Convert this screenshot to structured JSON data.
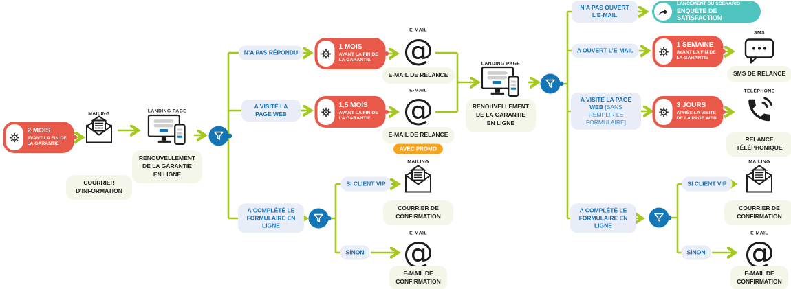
{
  "colors": {
    "red": "#e8594a",
    "green": "#a5c81e",
    "blue": "#1576b5",
    "label_blue": "#176fb2",
    "teal": "#4fc3be",
    "orange": "#f6a31e",
    "cream": "#f3f6e8",
    "lavender": "#e9edf8",
    "ink": "#1d1d1b"
  },
  "stage1": {
    "trigger": {
      "delay": "2 MOIS",
      "condition": "AVANT LA FIN DE LA GARANTIE",
      "icon": "gear-icon"
    },
    "mailing": {
      "type": "MAILING",
      "caption": "COURRIER D’INFORMATION",
      "icon": "envelope-icon"
    },
    "landing": {
      "type": "LANDING PAGE",
      "caption": "RENOUVELLEMENT DE LA GARANTIE EN LIGNE",
      "icon": "monitor-phone-icon"
    }
  },
  "split1": {
    "icon": "funnel-icon",
    "no_reply": {
      "label": "N’A PAS RÉPONDU",
      "delay": {
        "value": "1 MOIS",
        "condition": "AVANT LA FIN DE LA GARANTIE"
      },
      "action": {
        "type": "E-MAIL",
        "caption": "E-MAIL DE RELANCE"
      }
    },
    "visited": {
      "label": "A VISITÉ LA PAGE WEB",
      "delay": {
        "value": "1,5 MOIS",
        "condition": "AVANT LA FIN DE LA GARANTIE"
      },
      "action": {
        "type": "E-MAIL",
        "caption": "E-MAIL DE RELANCE",
        "badge": "AVEC PROMO"
      }
    },
    "completed": {
      "label": "A COMPLÉTÉ LE FORMULAIRE EN LIGNE"
    }
  },
  "vip_left": {
    "vip": {
      "label": "SI CLIENT VIP",
      "type": "MAILING",
      "caption": "COURRIER DE CONFIRMATION"
    },
    "else": {
      "label": "SINON",
      "type": "E-MAIL",
      "caption": "E-MAIL DE CONFIRMATION"
    }
  },
  "stage2": {
    "landing": {
      "type": "LANDING PAGE",
      "caption": "RENOUVELLEMENT DE LA GARANTIE EN LIGNE"
    }
  },
  "split2": {
    "not_opened": {
      "label": "N’A PAS OUVERT L’E-MAIL",
      "scenario": {
        "line1": "LANCEMENT DU SCÉNARIO",
        "line2": "ENQUÊTE DE SATISFACTION",
        "icon": "launch-arrow-icon"
      }
    },
    "opened": {
      "label": "A OUVERT L’E-MAIL",
      "delay": {
        "value": "1 SEMAINE",
        "condition": "AVANT LA FIN DE LA GARANTIE"
      },
      "action": {
        "type": "SMS",
        "caption": "SMS DE RELANCE"
      }
    },
    "visited_no_form": {
      "label": "A VISITÉ LA PAGE WEB",
      "label_note": "[SANS REMPLIR LE FORMULAIRE]",
      "delay": {
        "value": "3 JOURS",
        "condition": "APRÈS LA VISITE DE LA PAGE WEB"
      },
      "action": {
        "type": "TÉLÉPHONE",
        "caption": "RELANCE TÉLÉPHONIQUE"
      }
    },
    "completed": {
      "label": "A COMPLÉTÉ LE FORMULAIRE EN LIGNE"
    }
  },
  "vip_right": {
    "vip": {
      "label": "SI CLIENT VIP",
      "type": "MAILING",
      "caption": "COURRIER DE CONFIRMATION"
    },
    "else": {
      "label": "SINON",
      "type": "E-MAIL",
      "caption": "E-MAIL DE CONFIRMATION"
    }
  }
}
